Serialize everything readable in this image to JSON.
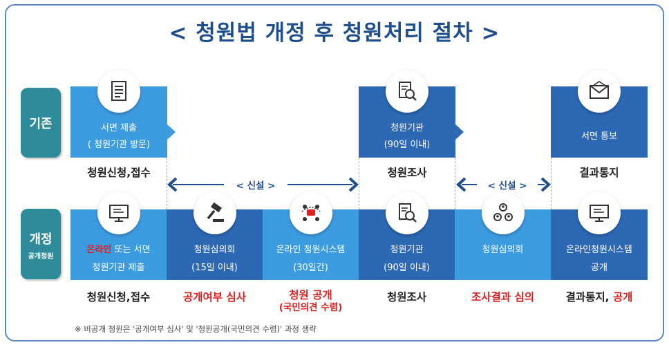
{
  "title": "< 청원법 개정 후 청원처리 절차 >",
  "rows": {
    "old": {
      "label": "기존",
      "color": "#2e8b9a"
    },
    "new": {
      "label": "개정",
      "sub": "공개청원",
      "color": "#2e8b9a"
    }
  },
  "old_boxes": [
    {
      "line1": "서면 제출",
      "line2": "( 청원기관 방문)",
      "caption": "청원신청,접수",
      "icon": "document-list-icon"
    },
    {
      "line1": "청원기관",
      "line2": "(90일 이내)",
      "caption": "청원조사",
      "icon": "document-search-icon"
    },
    {
      "line1": "서면 통보",
      "line2": "",
      "caption": "결과통지",
      "icon": "envelope-icon"
    }
  ],
  "new_boxes": [
    {
      "line1_red": "온라인",
      "line1": " 또는 서면",
      "line2": "청원기관 제출",
      "caption": "청원신청,접수",
      "icon": "monitor-icon"
    },
    {
      "line1": "청원심의회",
      "line2": "(15일 이내)",
      "caption": "공개여부 심사",
      "caption_red": true,
      "icon": "gavel-icon"
    },
    {
      "line1": "온라인 청원시스템",
      "line2": "(30일간)",
      "caption": "청원 공개",
      "caption2": "(국민의견 수렴)",
      "caption_red": true,
      "icon": "people-network-icon"
    },
    {
      "line1": "청원기관",
      "line2": "(90일 이내)",
      "caption": "청원조사",
      "icon": "document-search-icon"
    },
    {
      "line1": "청원심의회",
      "line2": "",
      "caption": "조사결과 심의",
      "caption_red": true,
      "icon": "committee-icon"
    },
    {
      "line1": "온라인청원시스템",
      "line2": "공개",
      "caption": "결과통지, ",
      "caption_red_part": "공개",
      "icon": "monitor-icon"
    }
  ],
  "new_labels": [
    "< 신설 >",
    "< 신설 >"
  ],
  "footnote": "※ 비공개 청원은 '공개여부 심사' 및 '청원공개(국민의견 수렴)' 과정 생략",
  "colors": {
    "light": "#3d9be0",
    "dark": "#2c68b3",
    "title": "#1f4e8c"
  }
}
